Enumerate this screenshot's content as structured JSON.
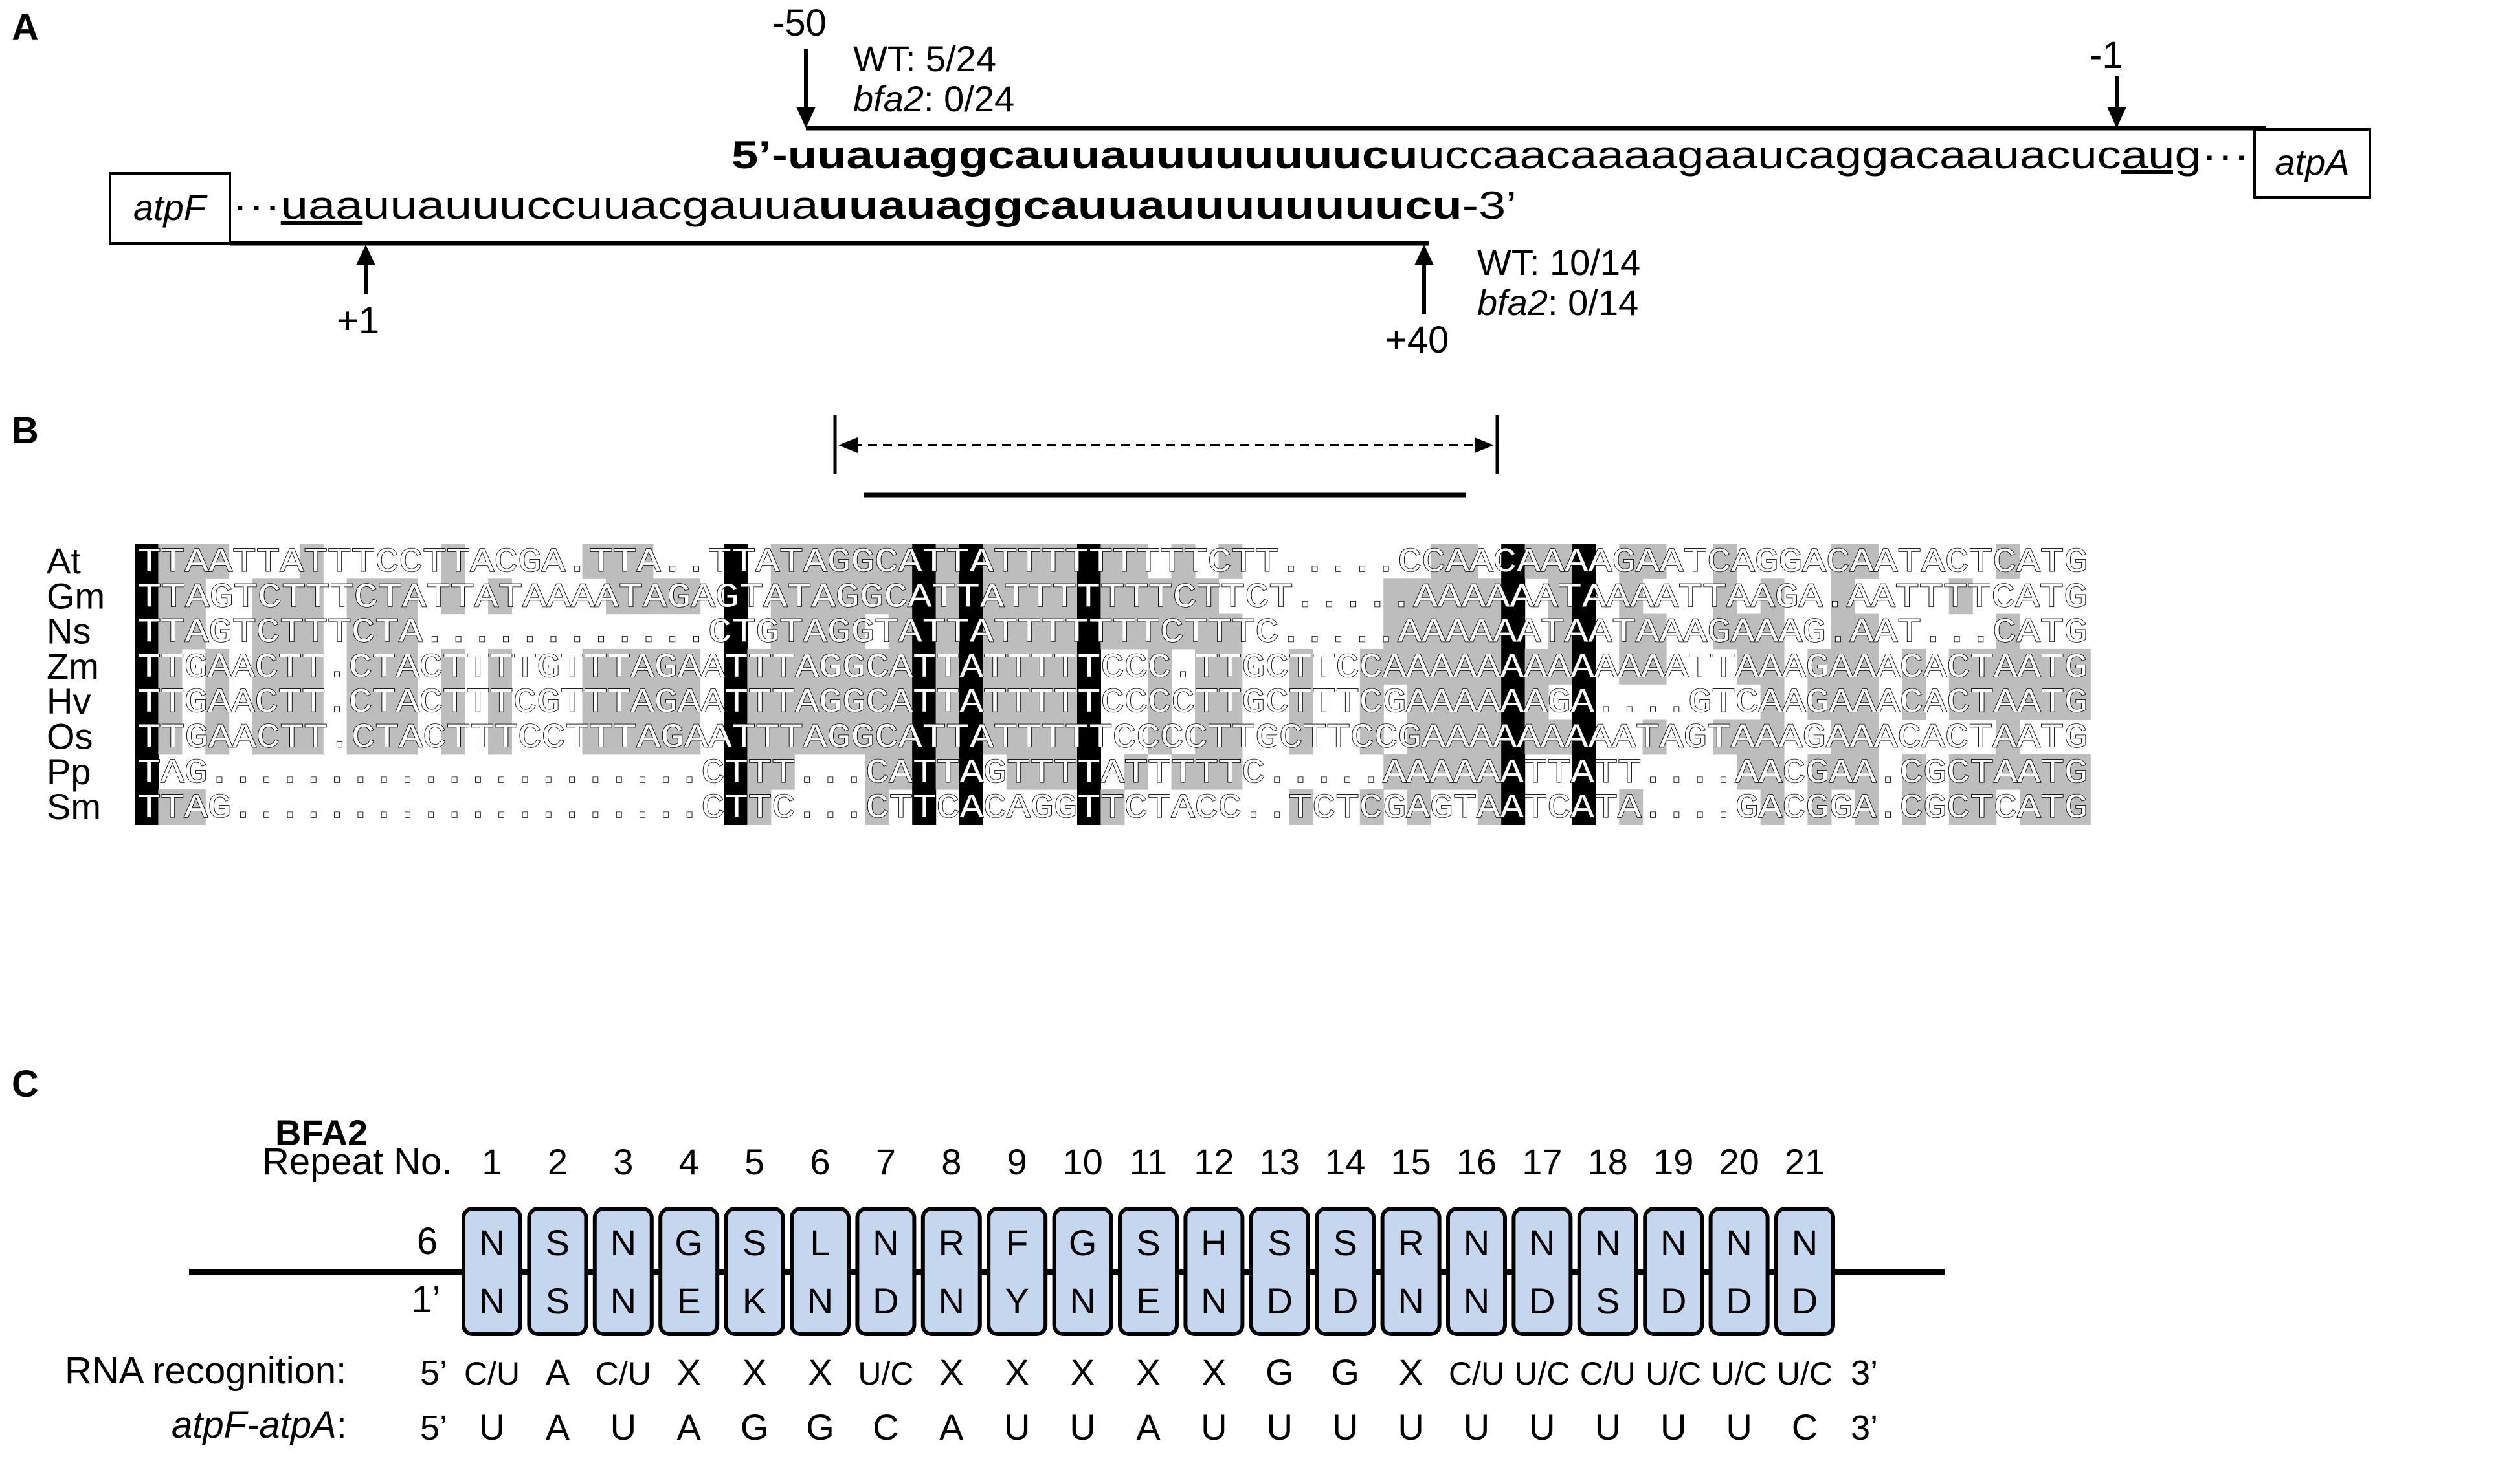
{
  "panels": {
    "a": "A",
    "b": "B",
    "c": "C"
  },
  "panel_a": {
    "pos_minus50": "-50",
    "pos_minus1": "-1",
    "pos_plus1": "+1",
    "pos_plus40": "+40",
    "top_wt": "WT: 5/24",
    "top_mut_name": "bfa2",
    "top_mut_val": ": 0/24",
    "bot_wt": "WT: 10/14",
    "bot_mut_name": "bfa2",
    "bot_mut_val": ": 0/14",
    "top_seq_bold": "5’-uuauaggcauuauuuuuuuucu",
    "top_seq_plain": "uccaacaaaagaaucaggacaauacuc",
    "top_seq_start": "aug",
    "top_seq_dots": "···",
    "gene_right": "atpA",
    "gene_left": "atpF",
    "bot_seq_dots": "···",
    "bot_seq_stop": "uaa",
    "bot_seq_plain": "uuauuuccuuacgauua",
    "bot_seq_bold": "uuauaggcauuauuuuuuuucu",
    "bot_seq_end": "-3’"
  },
  "panel_b": {
    "species": [
      "At",
      "Gm",
      "Ns",
      "Zm",
      "Hv",
      "Os",
      "Pp",
      "Sm"
    ],
    "sequences": [
      "TTAATTATTTCCTTACGA.TTA..TTATAGGCATTATTTTTTTTTCTT.....CCAACAAAAGAATCAGGACAATACTCATG",
      "TTAGTCTTTCTATTATAAAATAGAGTATAGGCATTATTTTTTTCTTCT.....AAAAAATAAAATTAAGA.AATTTTCATG",
      "TTAGTCTTTCTA............CTGTAGGTATTATTTTTTTCTTTC.....AAAAAATAATAAAGAAAG.AAT...CATG",
      "TTGAACTT.CTACTTTTGTTTAGAATTTAGGCATTATTTTTCCC.TTGCTTCCAAAAAAAAAAAAATTAAAGAAACACTAATG",
      "TTGAACTT.CTACTTTCGTTTAGAATTTAGGCATTATTTTTCCCCTTGCTTTCGAAAAAAGA....GTCAAGAAACACTAATG",
      "TTGAACTT.CTACTTTCCTTTAGAATTTAGGCATTATTTTTCCCCTTGCTTCCGAAAAAAAAATAGTAAAGAAACACTAATG",
      "TAG.....................CTTT...CATTAGTTTTATTTTTC.....AAAAAATTATT....AACGAA.CGCTAATG",
      "TTAG....................CTTC...CTTCACAGGTTCTACC..TCTCGAGTAATCATA....GACGGA.CGCTCATG"
    ]
  },
  "panel_c": {
    "protein": "BFA2",
    "repeat_label": "Repeat No.",
    "pos6": "6",
    "pos1p": "1’",
    "repeats": [
      {
        "no": "1",
        "r6": "N",
        "r1": "N",
        "rec": "C/U",
        "target": "U"
      },
      {
        "no": "2",
        "r6": "S",
        "r1": "S",
        "rec": "A",
        "target": "A"
      },
      {
        "no": "3",
        "r6": "N",
        "r1": "N",
        "rec": "C/U",
        "target": "U"
      },
      {
        "no": "4",
        "r6": "G",
        "r1": "E",
        "rec": "X",
        "target": "A"
      },
      {
        "no": "5",
        "r6": "S",
        "r1": "K",
        "rec": "X",
        "target": "G"
      },
      {
        "no": "6",
        "r6": "L",
        "r1": "N",
        "rec": "X",
        "target": "G"
      },
      {
        "no": "7",
        "r6": "N",
        "r1": "D",
        "rec": "U/C",
        "target": "C"
      },
      {
        "no": "8",
        "r6": "R",
        "r1": "N",
        "rec": "X",
        "target": "A"
      },
      {
        "no": "9",
        "r6": "F",
        "r1": "Y",
        "rec": "X",
        "target": "U"
      },
      {
        "no": "10",
        "r6": "G",
        "r1": "N",
        "rec": "X",
        "target": "U"
      },
      {
        "no": "11",
        "r6": "S",
        "r1": "E",
        "rec": "X",
        "target": "A"
      },
      {
        "no": "12",
        "r6": "H",
        "r1": "N",
        "rec": "X",
        "target": "U"
      },
      {
        "no": "13",
        "r6": "S",
        "r1": "D",
        "rec": "G",
        "target": "U"
      },
      {
        "no": "14",
        "r6": "S",
        "r1": "D",
        "rec": "G",
        "target": "U"
      },
      {
        "no": "15",
        "r6": "R",
        "r1": "N",
        "rec": "X",
        "target": "U"
      },
      {
        "no": "16",
        "r6": "N",
        "r1": "N",
        "rec": "C/U",
        "target": "U"
      },
      {
        "no": "17",
        "r6": "N",
        "r1": "D",
        "rec": "U/C",
        "target": "U"
      },
      {
        "no": "18",
        "r6": "N",
        "r1": "S",
        "rec": "C/U",
        "target": "U"
      },
      {
        "no": "19",
        "r6": "N",
        "r1": "D",
        "rec": "U/C",
        "target": "U"
      },
      {
        "no": "20",
        "r6": "N",
        "r1": "D",
        "rec": "U/C",
        "target": "U"
      },
      {
        "no": "21",
        "r6": "N",
        "r1": "D",
        "rec": "U/C",
        "target": "C"
      }
    ],
    "recognition_label": "RNA recognition:",
    "target_label": "atpF-atpA",
    "target_colon": ":",
    "five_prime": "5’",
    "three_prime": "3’"
  }
}
